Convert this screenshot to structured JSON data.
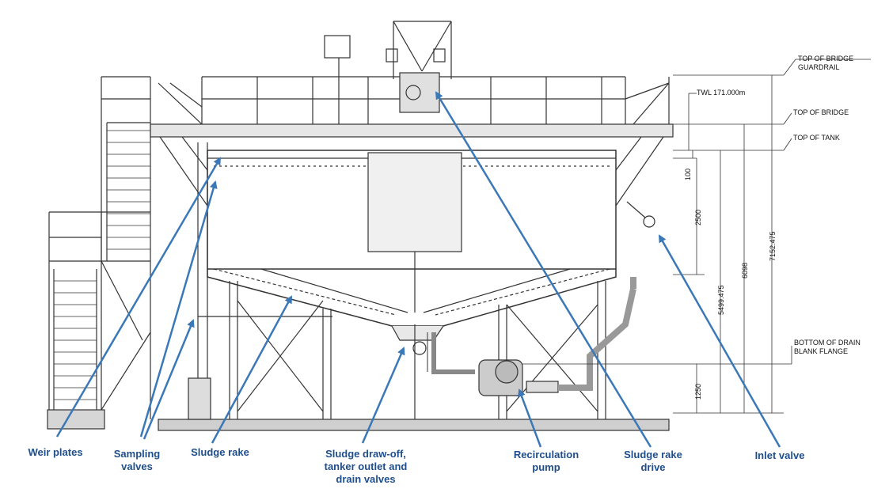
{
  "labels": {
    "weir_plates": "Weir plates",
    "sampling_valves": "Sampling\nvalves",
    "sludge_rake": "Sludge rake",
    "sludge_drawoff": "Sludge draw-off,\ntanker outlet and\ndrain valves",
    "recirculation_pump": "Recirculation\npump",
    "sludge_rake_drive": "Sludge rake\ndrive",
    "inlet_valve": "Inlet valve"
  },
  "levels": {
    "top_of_bridge_guardrail": "TOP OF BRIDGE GUARDRAIL",
    "twl": "TWL 171.000m",
    "top_of_bridge": "TOP OF BRIDGE",
    "top_of_tank": "TOP OF TANK",
    "bottom_of_drain": "BOTTOM OF DRAIN\nBLANK FLANGE"
  },
  "dimensions": {
    "d100": "100",
    "d2500": "2500",
    "d5499": "5499.475",
    "d6098": "6098",
    "d7152": "7152.475",
    "d1250": "1250"
  },
  "colors": {
    "callout": "#1f4e8c",
    "arrow": "#3b78b8",
    "drawing": "#333333"
  }
}
